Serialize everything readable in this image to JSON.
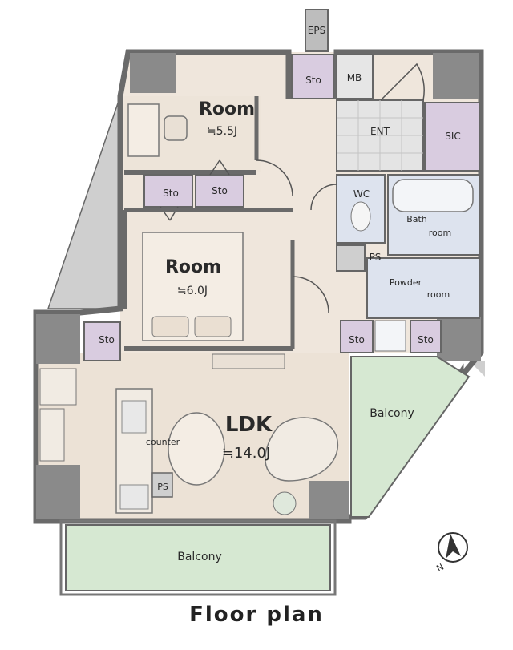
{
  "labels": {
    "eps": "EPS",
    "sto_top": "Sto",
    "mb": "MB",
    "room1": "Room",
    "room1_size": "≒5.5J",
    "ent": "ENT",
    "sic": "SIC",
    "sto_a": "Sto",
    "sto_b": "Sto",
    "wc": "WC",
    "bath_line1": "Bath",
    "bath_line2": "room",
    "ps_upper": "PS",
    "room2": "Room",
    "room2_size": "≒6.0J",
    "powder_line1": "Powder",
    "powder_line2": "room",
    "sto_left": "Sto",
    "sto_mid": "Sto",
    "sto_right": "Sto",
    "ldk": "LDK",
    "ldk_size": "≒14.0J",
    "counter": "counter",
    "ps_lower": "PS",
    "balcony_right": "Balcony",
    "balcony_bottom": "Balcony",
    "compass": "N"
  },
  "caption": "Floor plan",
  "colors": {
    "wall": "#7a7a7a",
    "wall_dark": "#5e5e5e",
    "floor_wood": "#efe6dc",
    "storage": "#d9cce0",
    "ent": "#e8e8e8",
    "bath": "#dde3ee",
    "balcony": "#d6e8d2",
    "outer": "#c8c8c8",
    "line": "#555555"
  }
}
